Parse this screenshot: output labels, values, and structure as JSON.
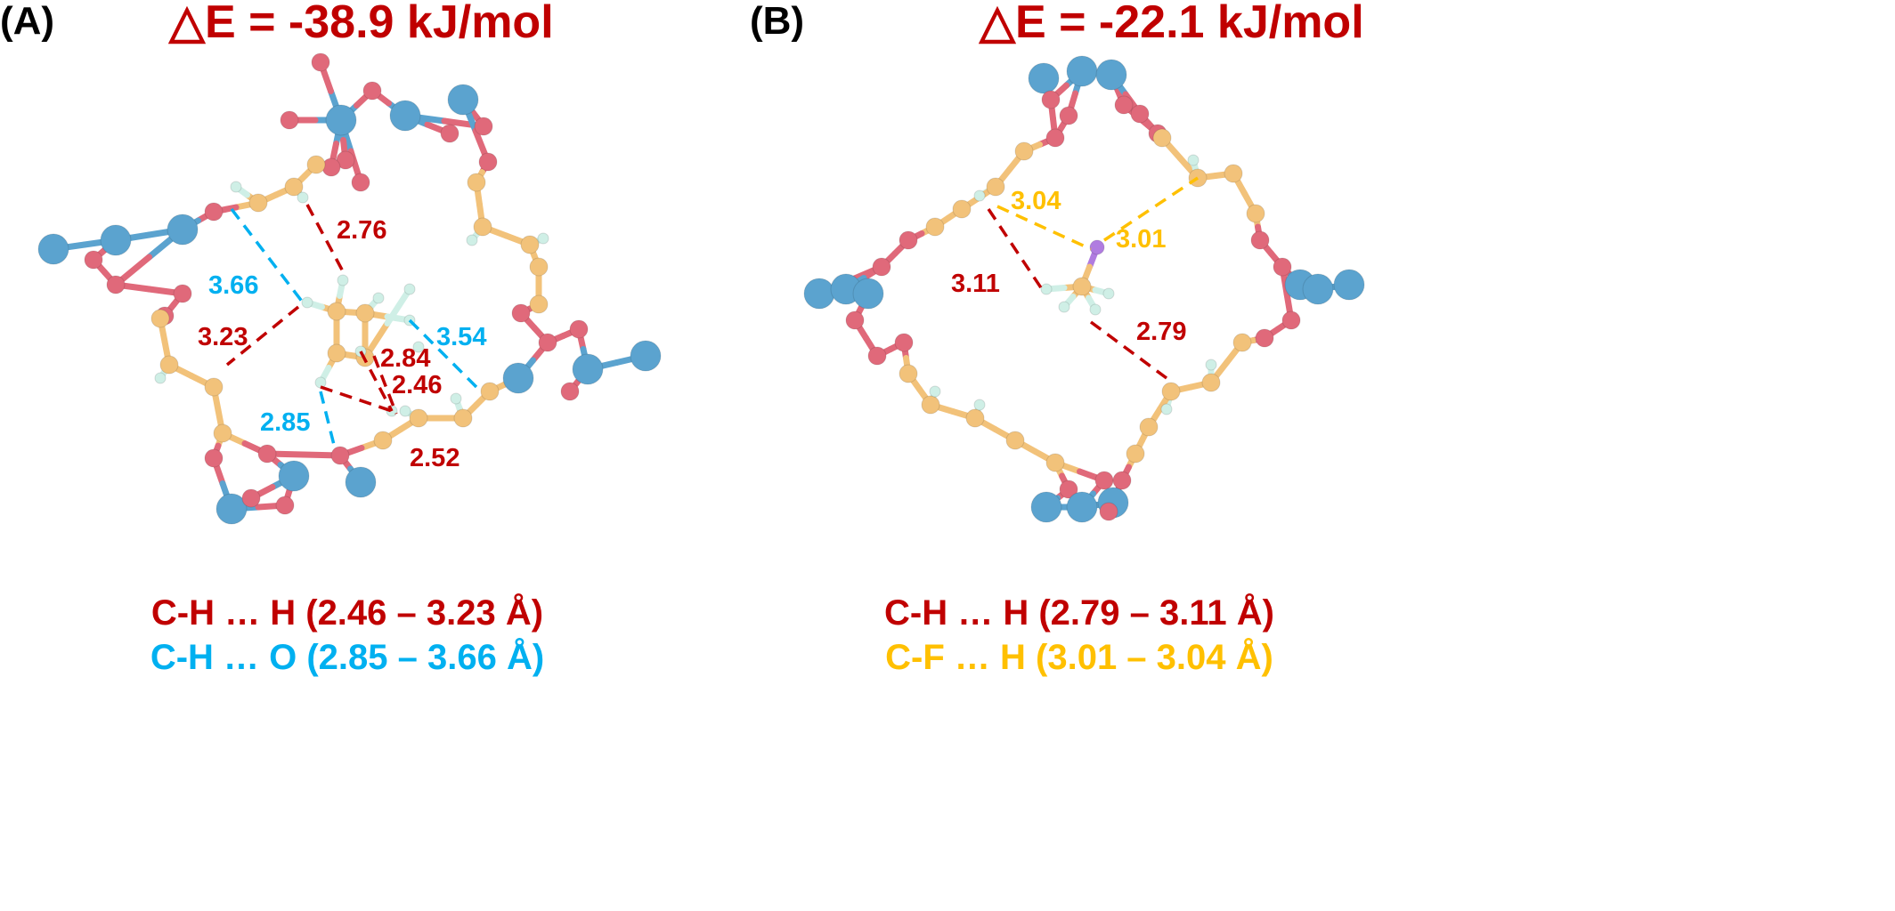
{
  "panels": [
    {
      "label": "(A)",
      "title": "△E = -38.9 kJ/mol",
      "distances": {
        "hh_1": "2.76",
        "ho_1": "3.66",
        "hh_2": "3.23",
        "ho_2": "3.54",
        "hh_3": "2.84",
        "hh_4": "2.46",
        "ho_3": "2.85",
        "hh_5": "2.52"
      },
      "legend": [
        "C-H … H (2.46 – 3.23 Å)",
        "C-H … O (2.85 – 3.66 Å)"
      ]
    },
    {
      "label": "(B)",
      "title": "△E = -22.1 kJ/mol",
      "distances": {
        "fh_1": "3.04",
        "fh_2": "3.01",
        "hh_1": "3.11",
        "hh_2": "2.79"
      },
      "legend": [
        "C-H … H (2.79 – 3.11 Å)",
        "C-F … H (3.01 – 3.04 Å)"
      ]
    }
  ],
  "colors": {
    "hh_contact": "#C00000",
    "ho_contact": "#00B0F0",
    "fh_contact": "#FFC000",
    "metal": "#5BA3CF",
    "oxygen": "#E0697A",
    "carbon": "#F2C27A",
    "hydrogen": "#CFEFE6",
    "fluorine": "#B07CE0"
  }
}
